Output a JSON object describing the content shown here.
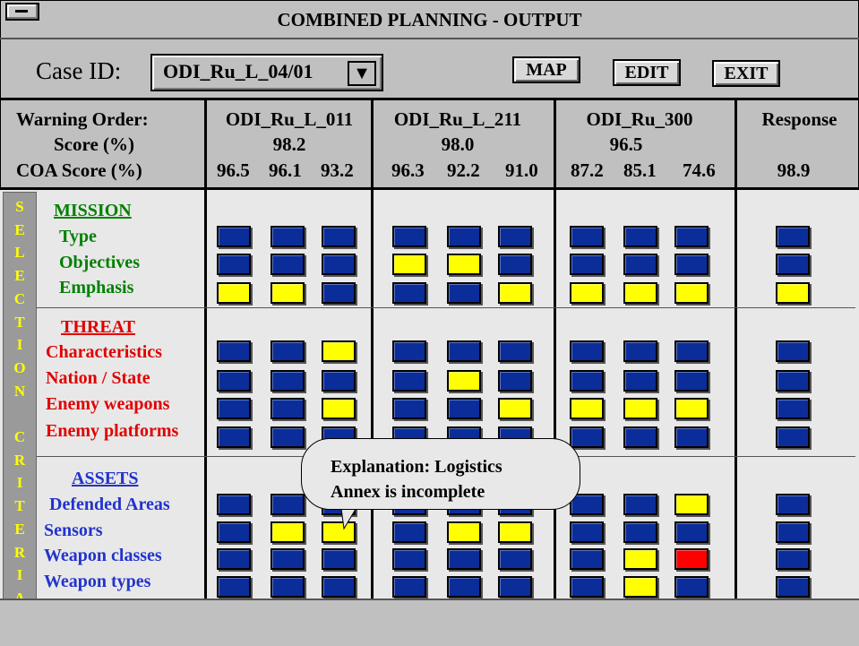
{
  "window": {
    "title": "COMBINED PLANNING - OUTPUT"
  },
  "toolbar": {
    "case_label": "Case ID:",
    "case_value": "ODI_Ru_L_04/01",
    "dropdown_arrow": "▼",
    "map_label": "MAP",
    "edit_label": "EDIT",
    "exit_label": "EXIT"
  },
  "header": {
    "row_labels": {
      "warning": "Warning Order:",
      "score": "Score (%)",
      "coa": "COA Score (%)"
    },
    "orders": [
      {
        "name": "ODI_Ru_L_011",
        "score": "98.2",
        "coa": [
          "96.5",
          "96.1",
          "93.2"
        ]
      },
      {
        "name": "ODI_Ru_L_211",
        "score": "98.0",
        "coa": [
          "96.3",
          "92.2",
          "91.0"
        ]
      },
      {
        "name": "ODI_Ru_300",
        "score": "96.5",
        "coa": [
          "87.2",
          "85.1",
          "74.6"
        ]
      }
    ],
    "response": {
      "name": "Response",
      "coa": "98.9"
    }
  },
  "selection_criteria_letters": [
    "S",
    "E",
    "L",
    "E",
    "C",
    "T",
    "I",
    "O",
    "N",
    "",
    "C",
    "R",
    "I",
    "T",
    "E",
    "R",
    "I",
    "A"
  ],
  "sections": [
    {
      "title": "MISSION",
      "color": "green",
      "items": [
        "Type",
        "Objectives",
        "Emphasis"
      ]
    },
    {
      "title": "THREAT",
      "color": "red",
      "items": [
        "Characteristics",
        "Nation / State",
        "Enemy weapons",
        "Enemy platforms"
      ]
    },
    {
      "title": "ASSETS",
      "color": "blue",
      "items": [
        "Defended Areas",
        "Sensors",
        "Weapon classes",
        "Weapon types"
      ]
    }
  ],
  "colors": {
    "ok": "#0a2d9a",
    "warn": "#ffff00",
    "fail": "#ff0000"
  },
  "status_grid": [
    [
      "b",
      "b",
      "b",
      "b",
      "b",
      "b",
      "b",
      "b",
      "b",
      "b"
    ],
    [
      "b",
      "b",
      "b",
      "y",
      "y",
      "b",
      "b",
      "b",
      "b",
      "b"
    ],
    [
      "y",
      "y",
      "b",
      "b",
      "b",
      "y",
      "y",
      "y",
      "y",
      "y"
    ],
    [
      "b",
      "b",
      "y",
      "b",
      "b",
      "b",
      "b",
      "b",
      "b",
      "b"
    ],
    [
      "b",
      "b",
      "b",
      "b",
      "y",
      "b",
      "b",
      "b",
      "b",
      "b"
    ],
    [
      "b",
      "b",
      "y",
      "b",
      "b",
      "y",
      "y",
      "y",
      "y",
      "b"
    ],
    [
      "b",
      "b",
      "b",
      "b",
      "b",
      "b",
      "b",
      "b",
      "b",
      "b"
    ],
    [
      "b",
      "b",
      "b",
      "b",
      "b",
      "b",
      "b",
      "b",
      "y",
      "b"
    ],
    [
      "b",
      "y",
      "y",
      "b",
      "y",
      "y",
      "b",
      "b",
      "b",
      "b"
    ],
    [
      "b",
      "b",
      "b",
      "b",
      "b",
      "b",
      "b",
      "y",
      "r",
      "b"
    ],
    [
      "b",
      "b",
      "b",
      "b",
      "b",
      "b",
      "b",
      "y",
      "b",
      "b"
    ]
  ],
  "tooltip": {
    "line1": "Explanation: Logistics",
    "line2": "Annex is incomplete"
  }
}
